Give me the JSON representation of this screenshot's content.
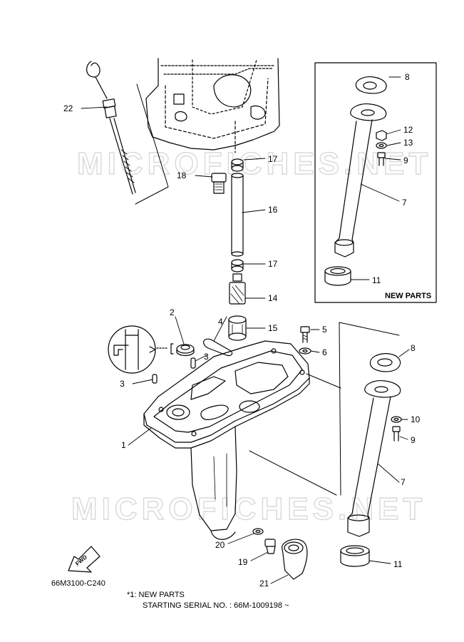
{
  "watermark": "MICROFICHES.NET",
  "diagram_code": "66M3100-C240",
  "fwd_label": "FWD",
  "new_parts_box_label": "NEW PARTS",
  "footnote": {
    "line1": "*1: NEW PARTS",
    "line2": "STARTING SERIAL NO. : 66M-1009198 ~"
  },
  "callouts": {
    "c1": "1",
    "c2": "2",
    "c3a": "3",
    "c3b": "3",
    "c4": "4",
    "c5": "5",
    "c6": "6",
    "c7a": "7",
    "c7b": "7",
    "c8a": "8",
    "c8b": "8",
    "c9a": "9",
    "c9b": "9",
    "c10": "10",
    "c11a": "11",
    "c11b": "11",
    "c12": "12",
    "c13": "13",
    "c14": "14",
    "c15": "15",
    "c16": "16",
    "c17a": "17",
    "c17b": "17",
    "c18": "18",
    "c19": "19",
    "c20": "20",
    "c21": "21",
    "c22": "22"
  }
}
